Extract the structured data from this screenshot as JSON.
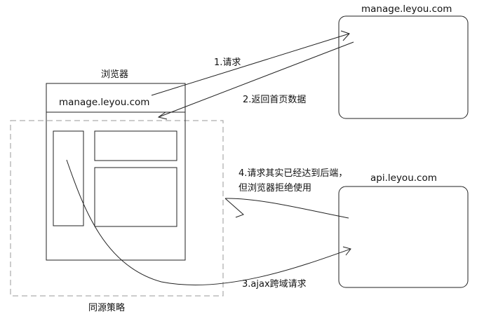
{
  "browser": {
    "title": "浏览器",
    "address": "manage.leyou.com"
  },
  "same_origin_label": "同源策略",
  "servers": {
    "manage": {
      "host": "manage.leyou.com"
    },
    "api": {
      "host": "api.leyou.com"
    }
  },
  "steps": {
    "s1": "1.请求",
    "s2": "2.返回首页数据",
    "s3": "3.ajax跨域请求",
    "s4_line1": "4.请求其实已经达到后端，",
    "s4_line2": "但浏览器拒绝使用"
  },
  "colors": {
    "line": "#222222",
    "dashed": "#9a9a9a",
    "background": "#ffffff"
  }
}
